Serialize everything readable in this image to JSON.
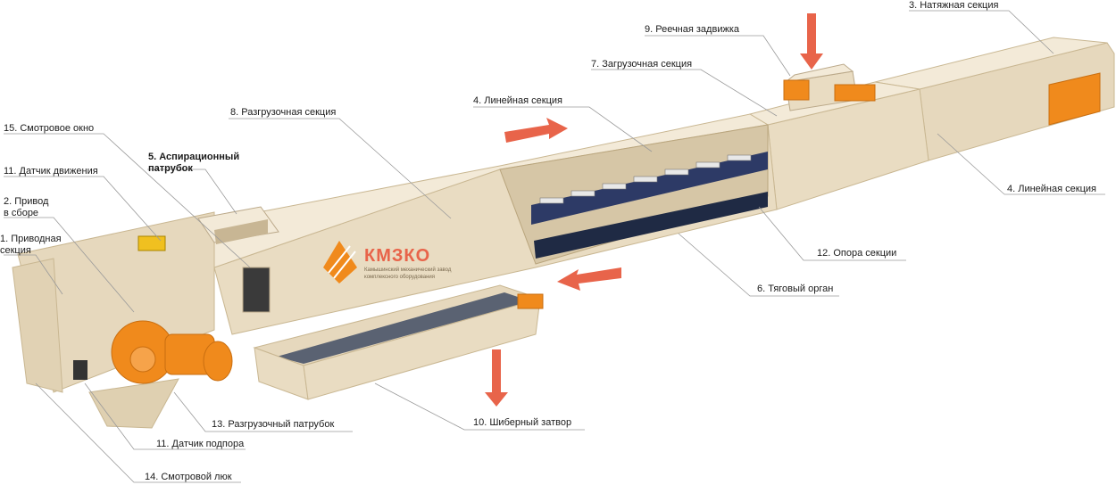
{
  "logo": {
    "brand": "КМЗКО",
    "tagline_line1": "Камышинский механический завод",
    "tagline_line2": "комплексного оборудования"
  },
  "colors": {
    "housing": "#e9dcc2",
    "housing_top": "#f3ead8",
    "housing_shade": "#d6c6a6",
    "accent_orange": "#f08a1c",
    "arrow": "#e8644a",
    "chain": "#1f2a44",
    "slot_blue": "#2d3a66",
    "leader": "#9a9a9a"
  },
  "labels": {
    "l15": "15.  Смотровое окно",
    "l11a": "11. Датчик движения",
    "l2a": "2. Привод",
    "l2b": "в сборе",
    "l1a": "1. Приводная",
    "l1b": "секция",
    "l8": "8. Разгрузочная секция",
    "l5a": "5. Аспирационный",
    "l5b": "патрубок",
    "l4a": "4. Линейная секция",
    "l7": "7. Загрузочная секция",
    "l9": "9. Реечная задвижка",
    "l3": "3. Натяжная секция",
    "l4b": "4. Линейная секция",
    "l12": "12. Опора секции",
    "l6": "6. Тяговый орган",
    "l10": "10. Шиберный затвор",
    "l13": "13. Разгрузочный патрубок",
    "l11b": "11. Датчик подпора",
    "l14": "14. Смотровой люк"
  }
}
